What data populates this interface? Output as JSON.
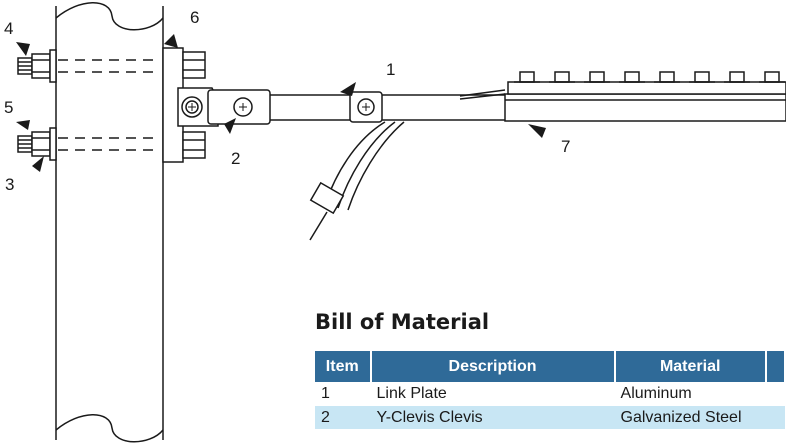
{
  "callouts": [
    "1",
    "2",
    "3",
    "4",
    "5",
    "6",
    "7"
  ],
  "bom": {
    "title": "Bill of Material",
    "columns": [
      "Item",
      "Description",
      "Material",
      ""
    ],
    "rows": [
      [
        "1",
        "Link Plate",
        "Aluminum",
        ""
      ],
      [
        "2",
        "Y-Clevis Clevis",
        "Galvanized Steel",
        ""
      ]
    ]
  },
  "colors": {
    "header_bg": "#2f6a98",
    "header_text": "#ffffff",
    "row_alt_bg": "#c8e6f4",
    "line": "#1a1a1a"
  }
}
